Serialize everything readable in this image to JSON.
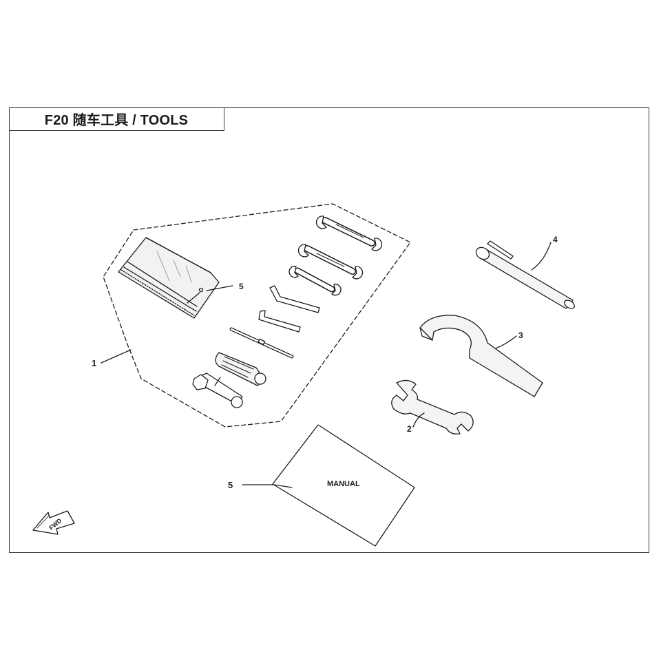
{
  "title": "F20 随车工具 / TOOLS",
  "callouts": {
    "kit": "1",
    "wrench": "2",
    "hook_spanner": "3",
    "tube_tool": "4",
    "tool_bag": "5",
    "manual": "5"
  },
  "manual_label": "MANUAL",
  "fwd_label": "FWD",
  "colors": {
    "line": "#1a1a1a",
    "fill": "#f4f4f4",
    "shade": "#bdbdbd"
  }
}
